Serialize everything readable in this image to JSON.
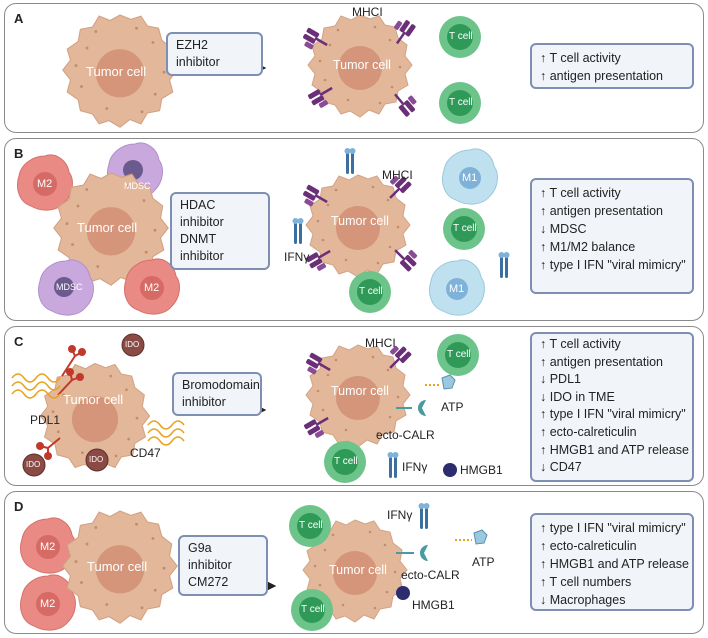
{
  "panels": [
    {
      "label": "A",
      "drug": [
        "EZH2 inhibitor"
      ],
      "effects": [
        "↑ T cell activity",
        "↑ antigen presentation"
      ]
    },
    {
      "label": "B",
      "drug": [
        "HDAC inhibitor",
        "DNMT inhibitor"
      ],
      "effects": [
        "↑ T cell activity",
        "↑ antigen presentation",
        "↓ MDSC",
        "↑ M1/M2 balance",
        "↑ type I IFN \"viral mimicry\""
      ]
    },
    {
      "label": "C",
      "drug": [
        "Bromodomain",
        "inhibitor"
      ],
      "effects": [
        "↑ T cell activity",
        "↑ antigen presentation",
        "↓ PDL1",
        "↓ IDO in TME",
        "↑ type I IFN \"viral mimicry\"",
        "↑ ecto-calreticulin",
        "↑ HMGB1 and ATP release",
        "↓ CD47"
      ]
    },
    {
      "label": "D",
      "drug": [
        "G9a inhibitor",
        "CM272"
      ],
      "effects": [
        "↑ type I IFN \"viral mimicry\"",
        "↑ ecto-calreticulin",
        "↑ HMGB1 and ATP release",
        "↑ T cell numbers",
        "↓ Macrophages"
      ]
    }
  ],
  "labels": {
    "tumor_cell": "Tumor cell",
    "t_cell": "T cell",
    "mhci": "MHCI",
    "m2": "M2",
    "m1": "M1",
    "mdsc": "MDSC",
    "ido": "IDO",
    "ifng": "IFNγ",
    "pdl1": "PDL1",
    "cd47": "CD47",
    "atp": "ATP",
    "ecto_calr": "ecto-CALR",
    "hmgb1": "HMGB1"
  },
  "colors": {
    "tumor": "#e3b89a",
    "tumor_nucleus": "#d4957a",
    "t_cell": "#6cc48a",
    "t_cell_nucleus": "#2f9a58",
    "m2": "#e98a84",
    "m1": "#bfe0ef",
    "mdsc": "#c9a9dd",
    "mhc": "#6b2f78",
    "box_border": "#7d8fb3",
    "box_fill": "#f1f5fa",
    "ido": "#8a4b45",
    "ifng": "#3a6fa0",
    "pdl1": "#c0392b",
    "cd47": "#e8a21e",
    "calr": "#4a9aa0",
    "hmgb1": "#2c2c6e"
  }
}
